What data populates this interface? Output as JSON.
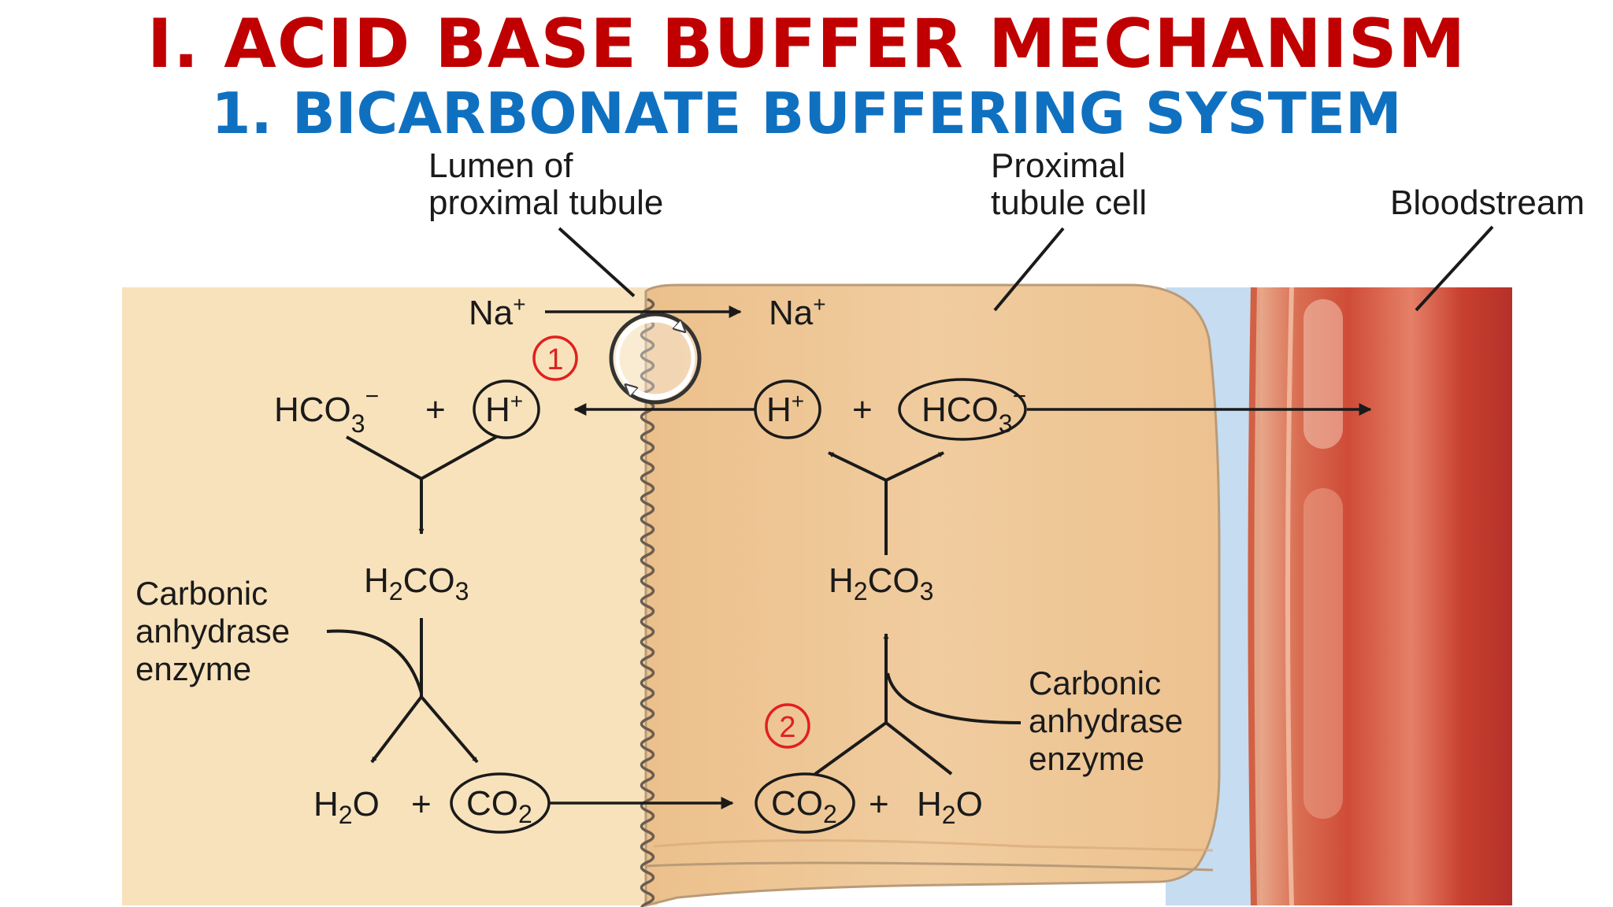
{
  "header": {
    "title": "I. ACID BASE BUFFER MECHANISM",
    "subtitle": "1. BICARBONATE BUFFERING SYSTEM"
  },
  "regions": {
    "lumen": [
      "Lumen of",
      "proximal tubule"
    ],
    "cell": [
      "Proximal",
      "tubule cell"
    ],
    "blood": "Bloodstream"
  },
  "species": {
    "na": "Na",
    "hco3": "HCO",
    "h": "H",
    "h2co3_h": "H",
    "h2co3_co": "CO",
    "h2o_h": "H",
    "h2o_o": "O",
    "co2": "CO",
    "sub2": "2",
    "sub3": "3",
    "plus_charge": "+",
    "minus_charge": "−",
    "plus": "+"
  },
  "enzyme_label": [
    "Carbonic",
    "anhydrase",
    "enzyme"
  ],
  "step_markers": [
    "1",
    "2"
  ],
  "colors": {
    "title": "#c00000",
    "subtitle": "#1070c0",
    "lumen": "#f8e2bb",
    "cell": "#efc897",
    "interstitial": "#c6dcf0",
    "vessel_wall": "#e4a285",
    "vessel_lumen": "#c4392c",
    "marker": "#e02020"
  }
}
